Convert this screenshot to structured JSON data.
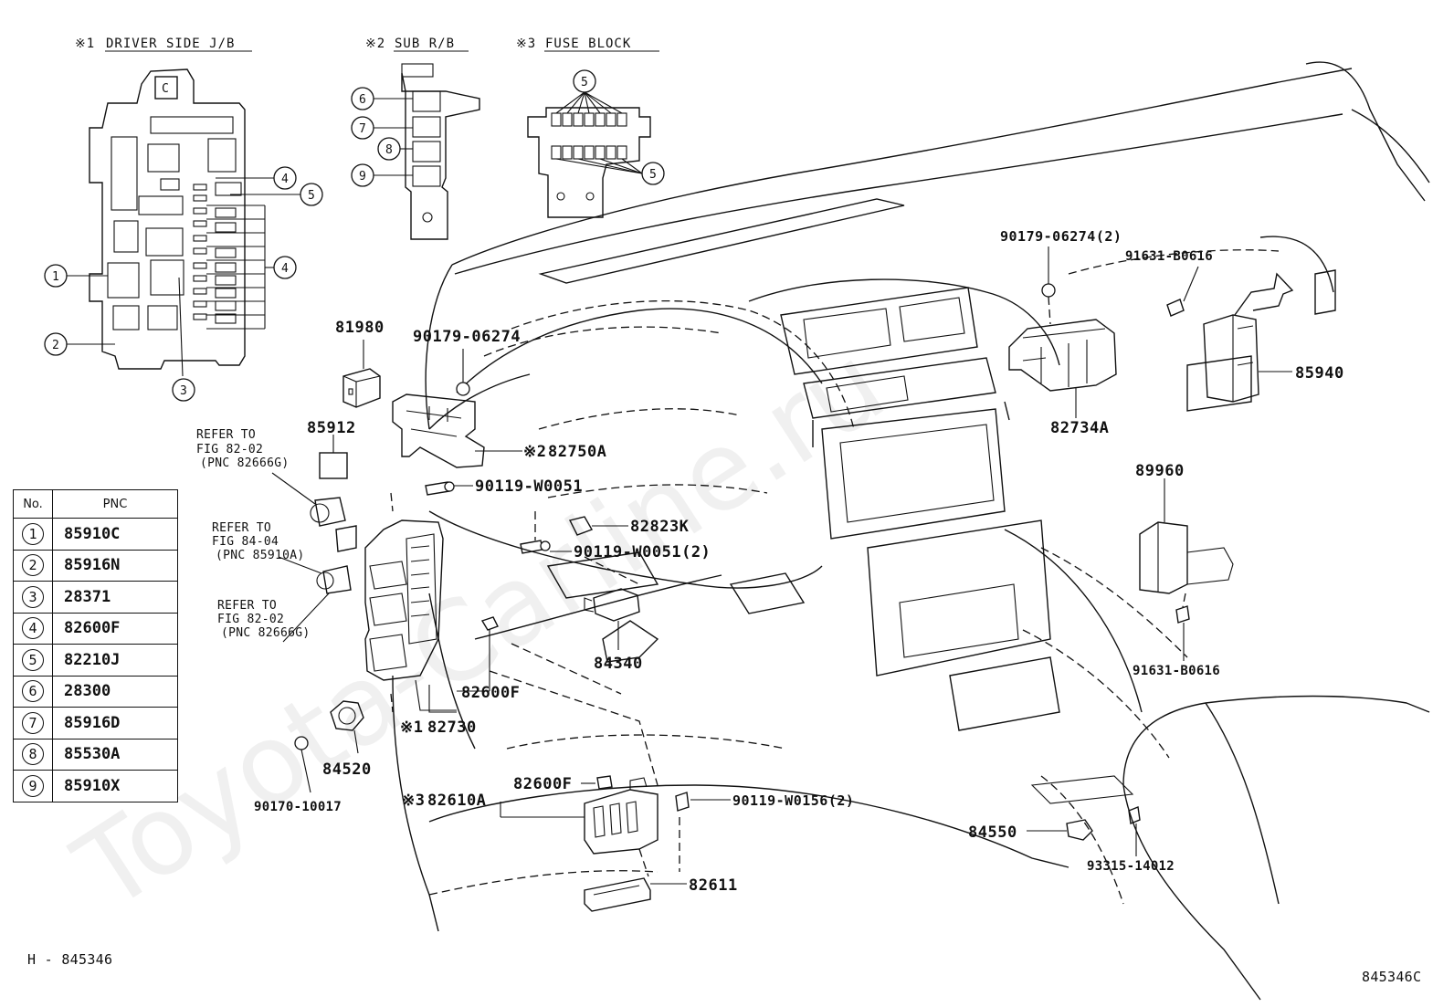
{
  "headers": {
    "h1_mark": "※1",
    "h1_text": "DRIVER SIDE J/B",
    "h2_mark": "※2",
    "h2_text": "SUB R/B",
    "h3_mark": "※3",
    "h3_text": "FUSE BLOCK"
  },
  "callouts": {
    "c1": "1",
    "c2": "2",
    "c3": "3",
    "c4a": "4",
    "c4b": "4",
    "c5a": "5",
    "c6": "6",
    "c7": "7",
    "c8": "8",
    "c9": "9",
    "c5b": "5",
    "c5c": "5"
  },
  "parts": {
    "p81980": "81980",
    "p85912": "85912",
    "p90179_06274": "90179-06274",
    "p82750A_mark": "※2",
    "p82750A": "82750A",
    "p90119_W0051": "90119-W0051",
    "p82823K": "82823K",
    "p90119_W0051_2": "90119-W0051(2)",
    "p84340": "84340",
    "p82600F_a": "82600F",
    "p82730_mark": "※1",
    "p82730": "82730",
    "p84520": "84520",
    "p90170_10017": "90170-10017",
    "p82610A_mark": "※3",
    "p82610A": "82610A",
    "p82600F_b": "82600F",
    "p90119_W0156": "90119-W0156(2)",
    "p82611": "82611",
    "p84550": "84550",
    "p93315_14012": "93315-14012",
    "p90179_06274_2": "90179-06274(2)",
    "p91631_B0616_a": "91631-B0616",
    "p85940": "85940",
    "p82734A": "82734A",
    "p89960": "89960",
    "p91631_B0616_b": "91631-B0616"
  },
  "refers": {
    "r1_l1": "REFER TO",
    "r1_l2": "FIG 82-02",
    "r1_l3": "(PNC 82666G)",
    "r2_l1": "REFER TO",
    "r2_l2": "FIG 84-04",
    "r2_l3": "(PNC 85910A)",
    "r3_l1": "REFER TO",
    "r3_l2": "FIG 82-02",
    "r3_l3": "(PNC 82666G)"
  },
  "table": {
    "col_no": "No.",
    "col_pnc": "PNC",
    "rows": [
      {
        "no": "1",
        "pnc": "85910C"
      },
      {
        "no": "2",
        "pnc": "85916N"
      },
      {
        "no": "3",
        "pnc": "28371"
      },
      {
        "no": "4",
        "pnc": "82600F"
      },
      {
        "no": "5",
        "pnc": "82210J"
      },
      {
        "no": "6",
        "pnc": "28300"
      },
      {
        "no": "7",
        "pnc": "85916D"
      },
      {
        "no": "8",
        "pnc": "85530A"
      },
      {
        "no": "9",
        "pnc": "85910X"
      }
    ]
  },
  "footer": {
    "left": "H - 845346",
    "right": "845346C"
  },
  "jb_letter": "C",
  "watermark": "Toyota-Carline.ru"
}
